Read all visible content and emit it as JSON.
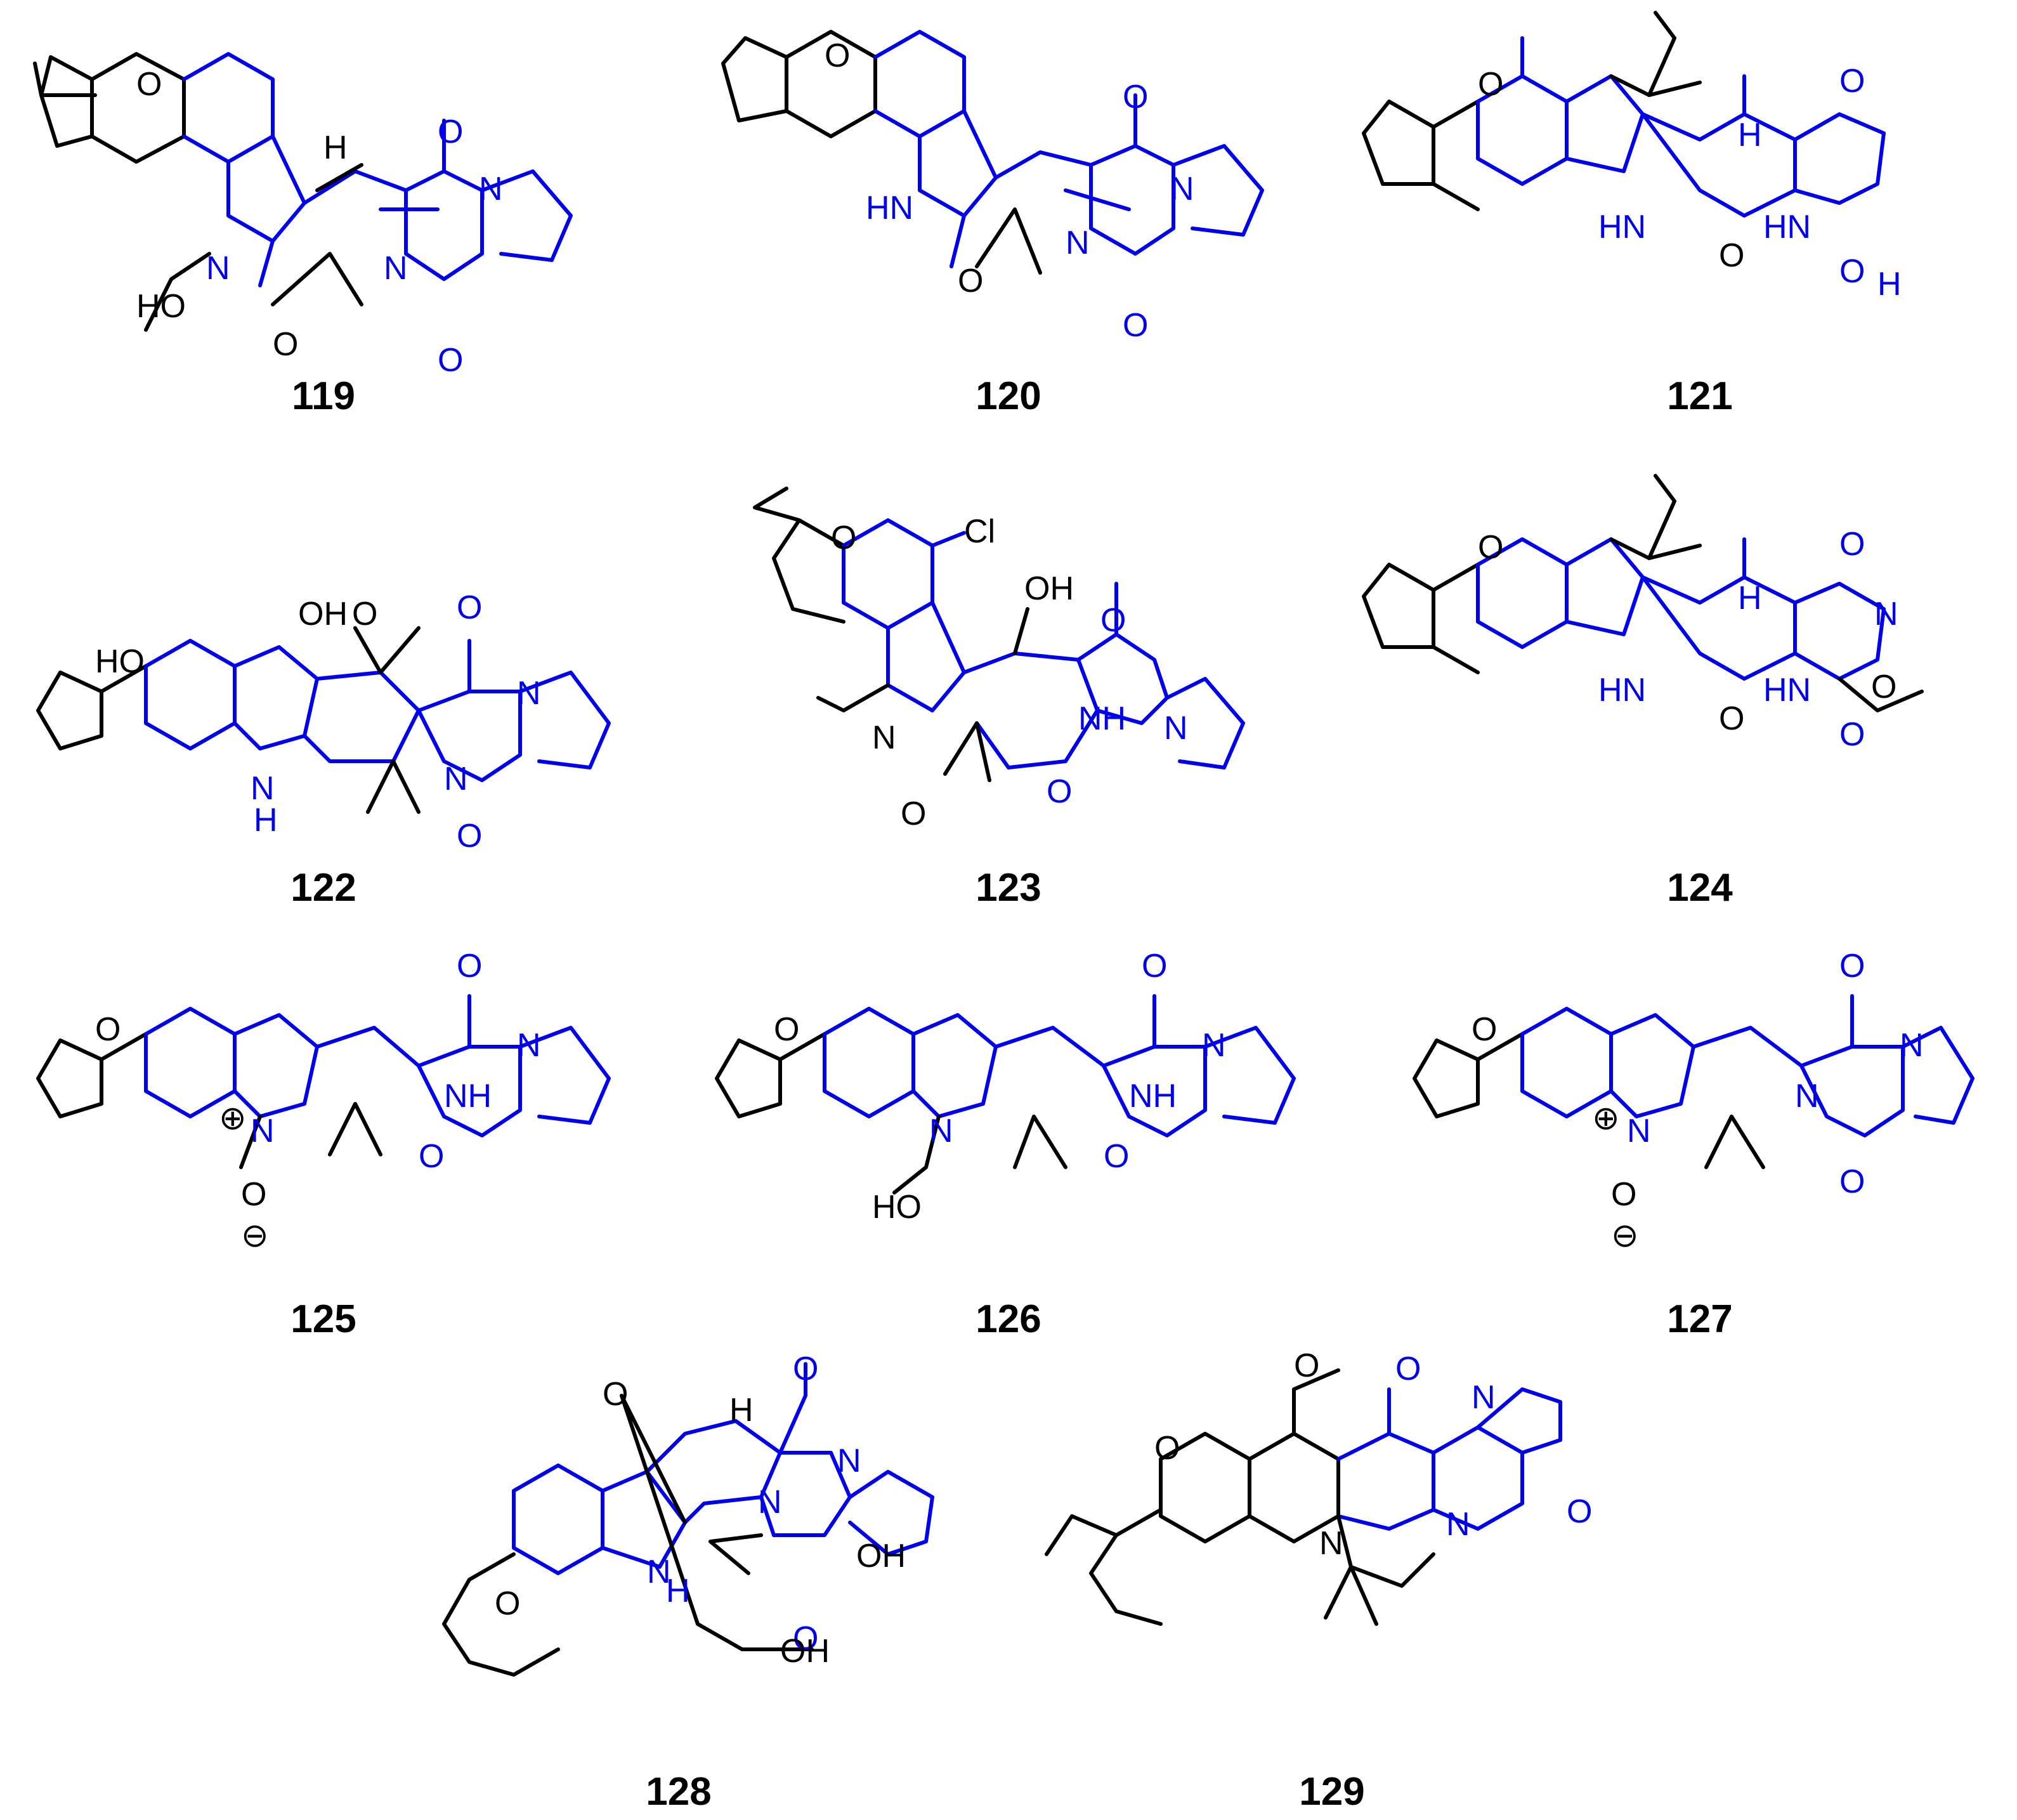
{
  "colors": {
    "scaffold": "#0000ee",
    "substituent": "#000000",
    "background": "#ffffff"
  },
  "compounds": [
    {
      "id": "119",
      "label": "119",
      "atoms": [
        "O",
        "H",
        "O",
        "N",
        "N",
        "N",
        "HO",
        "O",
        "O"
      ]
    },
    {
      "id": "120",
      "label": "120",
      "atoms": [
        "O",
        "O",
        "N",
        "HN",
        "N",
        "O",
        "O"
      ]
    },
    {
      "id": "121",
      "label": "121",
      "atoms": [
        "O",
        "H",
        "O",
        "HN",
        "HN",
        "O",
        "O",
        "H"
      ]
    },
    {
      "id": "122",
      "label": "122",
      "atoms": [
        "HO",
        "OH",
        "O",
        "O",
        "N",
        "N",
        "N",
        "H",
        "O"
      ]
    },
    {
      "id": "123",
      "label": "123",
      "atoms": [
        "O",
        "Cl",
        "OH",
        "O",
        "N",
        "NH",
        "N",
        "O",
        "O"
      ]
    },
    {
      "id": "124",
      "label": "124",
      "atoms": [
        "O",
        "H",
        "O",
        "N",
        "HN",
        "HN",
        "O",
        "O",
        "O"
      ]
    },
    {
      "id": "125",
      "label": "125",
      "atoms": [
        "O",
        "O",
        "N",
        "NH",
        "N",
        "O",
        "O",
        "⊕",
        "⊖"
      ]
    },
    {
      "id": "126",
      "label": "126",
      "atoms": [
        "O",
        "O",
        "N",
        "NH",
        "N",
        "HO",
        "O"
      ]
    },
    {
      "id": "127",
      "label": "127",
      "atoms": [
        "O",
        "O",
        "N",
        "N",
        "N",
        "O",
        "O",
        "⊕",
        "⊖"
      ]
    },
    {
      "id": "128",
      "label": "128",
      "atoms": [
        "O",
        "H",
        "O",
        "N",
        "N",
        "N",
        "O",
        "OH",
        "OH",
        "O",
        "H"
      ]
    },
    {
      "id": "129",
      "label": "129",
      "atoms": [
        "O",
        "O",
        "O",
        "N",
        "N",
        "N",
        "O"
      ]
    }
  ]
}
